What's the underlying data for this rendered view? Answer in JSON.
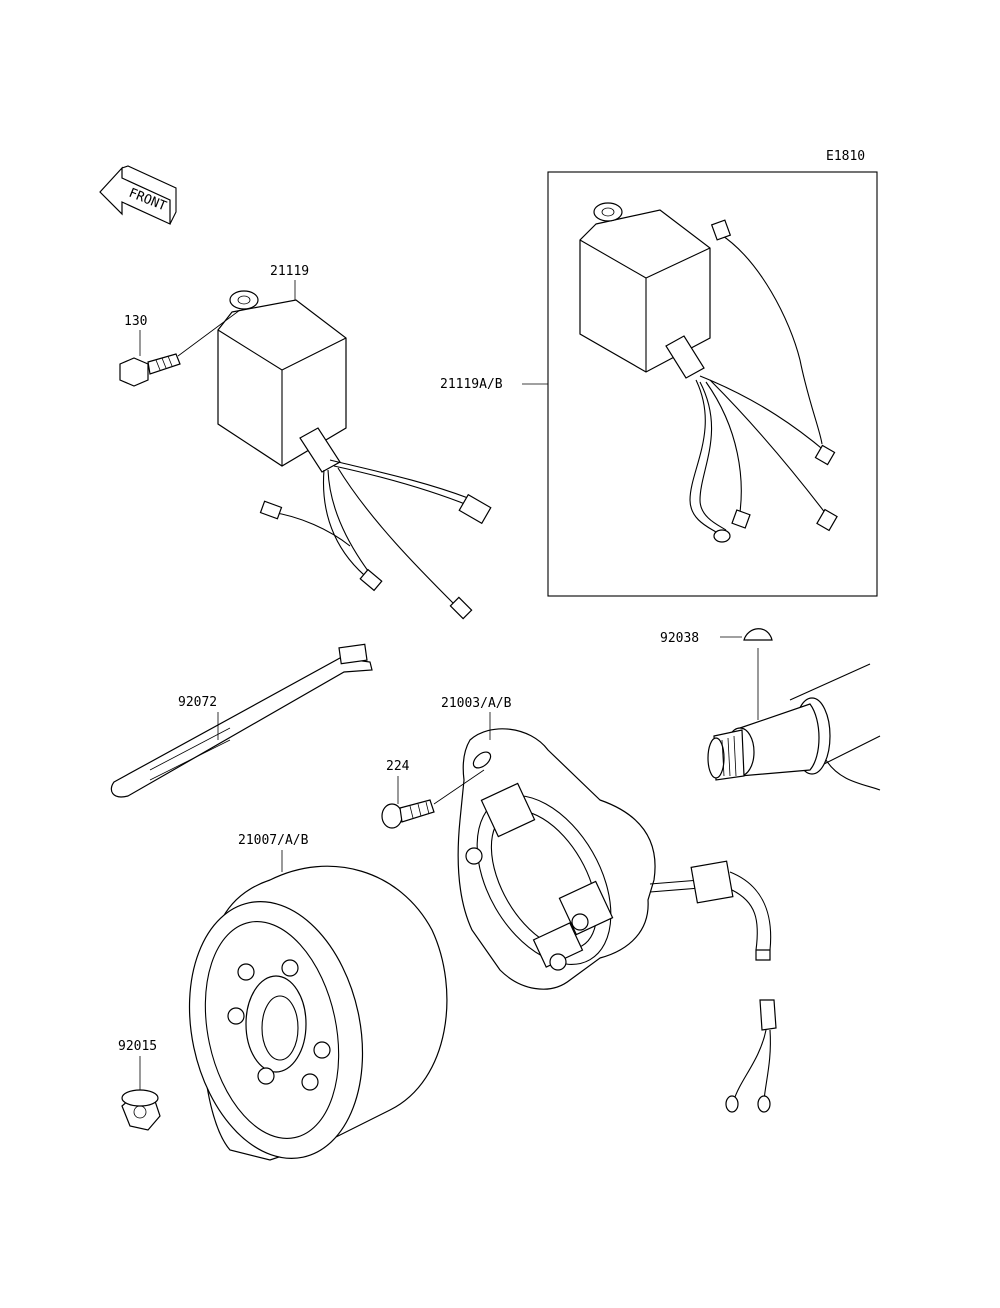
{
  "diagram": {
    "code": "E1810",
    "direction_label": "FRONT"
  },
  "callouts": {
    "ignitor": "21119",
    "ignitor_variant": "21119A/B",
    "bolt": "130",
    "tie": "92072",
    "stator": "21003/A/B",
    "screw": "224",
    "rotor": "21007/A/B",
    "nut": "92015",
    "key": "92038"
  }
}
